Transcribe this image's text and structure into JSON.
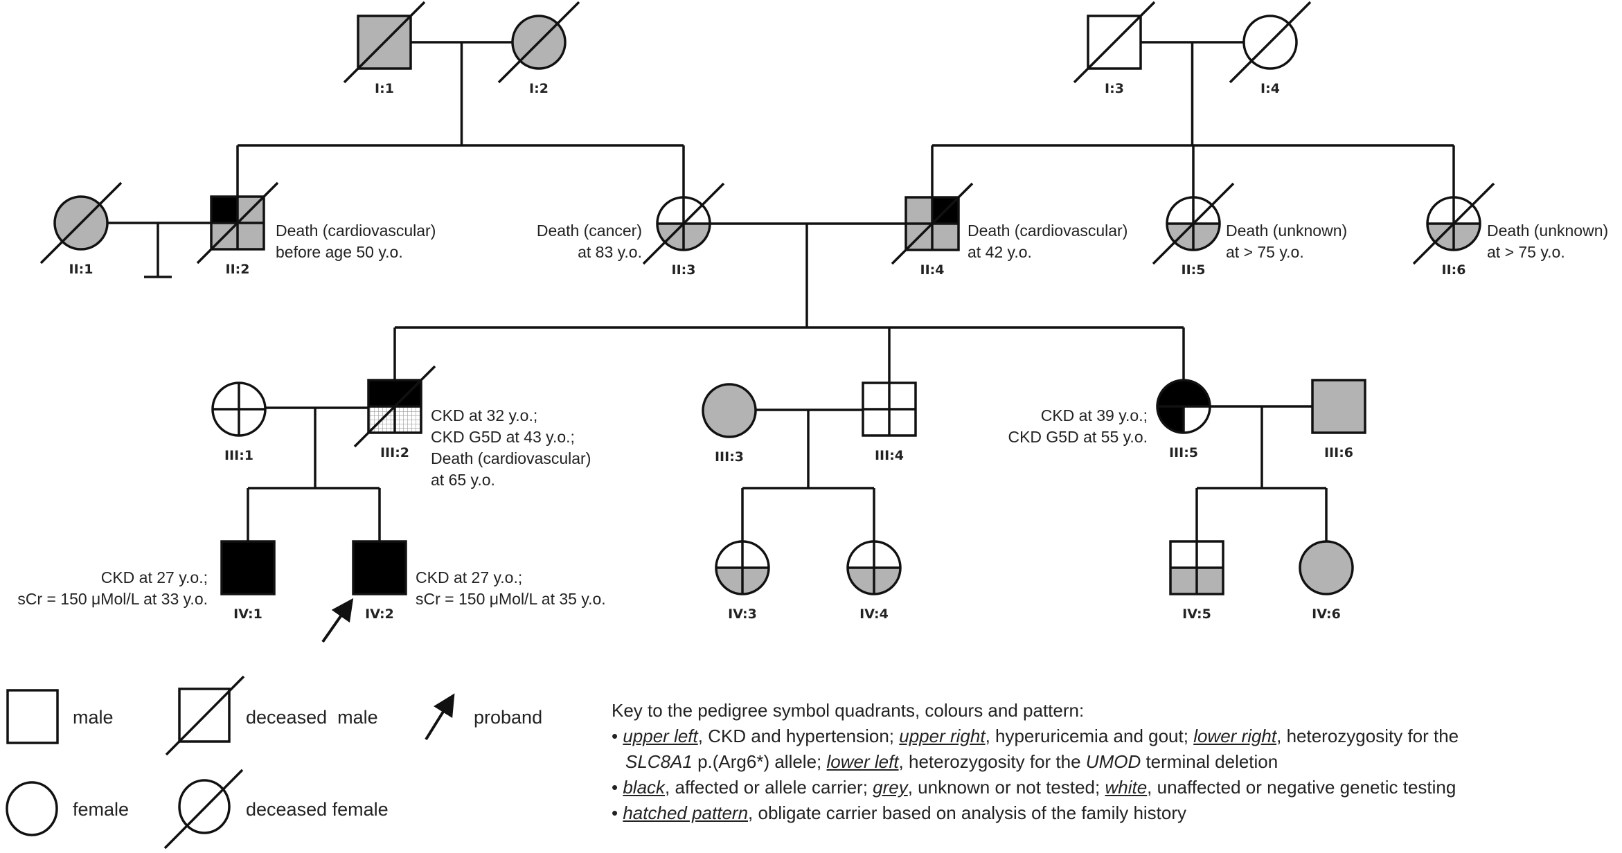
{
  "colors": {
    "black": "#000000",
    "grey": "#b3b3b3",
    "white": "#ffffff",
    "line": "#111111",
    "hatch": "#9a9a9a"
  },
  "individuals": [
    {
      "id": "I:1",
      "sex": "male",
      "deceased": true,
      "fill": {
        "ul": "grey",
        "ur": "grey",
        "ll": "grey",
        "lr": "grey"
      },
      "divided": false,
      "notes": []
    },
    {
      "id": "I:2",
      "sex": "female",
      "deceased": true,
      "fill": {
        "ul": "grey",
        "ur": "grey",
        "ll": "grey",
        "lr": "grey"
      },
      "divided": false,
      "notes": []
    },
    {
      "id": "I:3",
      "sex": "male",
      "deceased": true,
      "fill": {
        "ul": "white",
        "ur": "white",
        "ll": "white",
        "lr": "white"
      },
      "divided": false,
      "notes": []
    },
    {
      "id": "I:4",
      "sex": "female",
      "deceased": true,
      "fill": {
        "ul": "white",
        "ur": "white",
        "ll": "white",
        "lr": "white"
      },
      "divided": false,
      "notes": []
    },
    {
      "id": "II:1",
      "sex": "female",
      "deceased": true,
      "fill": {
        "ul": "grey",
        "ur": "grey",
        "ll": "grey",
        "lr": "grey"
      },
      "divided": false,
      "notes": []
    },
    {
      "id": "II:2",
      "sex": "male",
      "deceased": true,
      "fill": {
        "ul": "black",
        "ur": "grey",
        "ll": "grey",
        "lr": "grey"
      },
      "divided": true,
      "notes": [
        "Death (cardiovascular)",
        "before age 50 y.o."
      ]
    },
    {
      "id": "II:3",
      "sex": "female",
      "deceased": true,
      "fill": {
        "ul": "white",
        "ur": "white",
        "ll": "grey",
        "lr": "grey"
      },
      "divided": true,
      "notes": [
        "Death (cancer)",
        "at 83 y.o."
      ]
    },
    {
      "id": "II:4",
      "sex": "male",
      "deceased": true,
      "fill": {
        "ul": "grey",
        "ur": "black",
        "ll": "grey",
        "lr": "grey"
      },
      "divided": true,
      "notes": [
        "Death (cardiovascular)",
        "at 42 y.o."
      ]
    },
    {
      "id": "II:5",
      "sex": "female",
      "deceased": true,
      "fill": {
        "ul": "white",
        "ur": "white",
        "ll": "grey",
        "lr": "grey"
      },
      "divided": true,
      "notes": [
        "Death (unknown)",
        "at > 75 y.o."
      ]
    },
    {
      "id": "II:6",
      "sex": "female",
      "deceased": true,
      "fill": {
        "ul": "white",
        "ur": "white",
        "ll": "grey",
        "lr": "grey"
      },
      "divided": true,
      "notes": [
        "Death (unknown)",
        "at > 75 y.o."
      ]
    },
    {
      "id": "III:1",
      "sex": "female",
      "deceased": false,
      "fill": {
        "ul": "white",
        "ur": "white",
        "ll": "white",
        "lr": "white"
      },
      "divided": true,
      "notes": []
    },
    {
      "id": "III:2",
      "sex": "male",
      "deceased": true,
      "fill": {
        "ul": "black",
        "ur": "black",
        "ll": "hatched",
        "lr": "hatched"
      },
      "divided": true,
      "notes": [
        "CKD at 32 y.o.;",
        "CKD G5D at 43 y.o.;",
        "Death (cardiovascular)",
        "at 65 y.o."
      ]
    },
    {
      "id": "III:3",
      "sex": "female",
      "deceased": false,
      "fill": {
        "ul": "grey",
        "ur": "grey",
        "ll": "grey",
        "lr": "grey"
      },
      "divided": false,
      "notes": []
    },
    {
      "id": "III:4",
      "sex": "male",
      "deceased": false,
      "fill": {
        "ul": "white",
        "ur": "white",
        "ll": "white",
        "lr": "white"
      },
      "divided": true,
      "notes": []
    },
    {
      "id": "III:5",
      "sex": "female",
      "deceased": false,
      "fill": {
        "ul": "black",
        "ur": "black",
        "ll": "black",
        "lr": "white"
      },
      "divided": true,
      "notes": [
        "CKD at 39 y.o.;",
        "CKD G5D at 55 y.o."
      ]
    },
    {
      "id": "III:6",
      "sex": "male",
      "deceased": false,
      "fill": {
        "ul": "grey",
        "ur": "grey",
        "ll": "grey",
        "lr": "grey"
      },
      "divided": false,
      "notes": []
    },
    {
      "id": "IV:1",
      "sex": "male",
      "deceased": false,
      "fill": {
        "ul": "black",
        "ur": "black",
        "ll": "black",
        "lr": "black"
      },
      "divided": false,
      "notes": [
        "CKD at 27 y.o.;",
        "sCr = 150 μMol/L at 33 y.o."
      ]
    },
    {
      "id": "IV:2",
      "sex": "male",
      "deceased": false,
      "proband": true,
      "fill": {
        "ul": "black",
        "ur": "black",
        "ll": "black",
        "lr": "black"
      },
      "divided": false,
      "notes": [
        "CKD at 27 y.o.;",
        "sCr = 150 μMol/L at 35 y.o."
      ]
    },
    {
      "id": "IV:3",
      "sex": "female",
      "deceased": false,
      "fill": {
        "ul": "white",
        "ur": "white",
        "ll": "grey",
        "lr": "grey"
      },
      "divided": true,
      "notes": []
    },
    {
      "id": "IV:4",
      "sex": "female",
      "deceased": false,
      "fill": {
        "ul": "white",
        "ur": "white",
        "ll": "grey",
        "lr": "grey"
      },
      "divided": true,
      "notes": []
    },
    {
      "id": "IV:5",
      "sex": "male",
      "deceased": false,
      "fill": {
        "ul": "white",
        "ur": "white",
        "ll": "grey",
        "lr": "grey"
      },
      "divided": true,
      "notes": []
    },
    {
      "id": "IV:6",
      "sex": "female",
      "deceased": false,
      "fill": {
        "ul": "grey",
        "ur": "grey",
        "ll": "grey",
        "lr": "grey"
      },
      "divided": false,
      "notes": []
    }
  ],
  "couples": [
    {
      "partners": [
        "I:1",
        "I:2"
      ],
      "children": [
        "II:2",
        "II:3"
      ]
    },
    {
      "partners": [
        "I:3",
        "I:4"
      ],
      "children": [
        "II:4",
        "II:5",
        "II:6"
      ]
    },
    {
      "partners": [
        "II:1",
        "II:2"
      ],
      "children": [],
      "infertile": true
    },
    {
      "partners": [
        "II:3",
        "II:4"
      ],
      "children": [
        "III:2",
        "III:4",
        "III:5"
      ]
    },
    {
      "partners": [
        "III:1",
        "III:2"
      ],
      "children": [
        "IV:1",
        "IV:2"
      ]
    },
    {
      "partners": [
        "III:3",
        "III:4"
      ],
      "children": [
        "IV:3",
        "IV:4"
      ]
    },
    {
      "partners": [
        "III:5",
        "III:6"
      ],
      "children": [
        "IV:5",
        "IV:6"
      ]
    }
  ],
  "legend": {
    "male": "male",
    "deceased_male": "deceased  male",
    "proband": "proband",
    "female": "female",
    "deceased_female": "deceased female"
  },
  "key": {
    "title": "Key to the pedigree symbol quadrants, colours and pattern:",
    "bullet": "•",
    "b1_t1": "upper left",
    "b1_s1": ", CKD and hypertension; ",
    "b1_t2": "upper right",
    "b1_s2": ", hyperuricemia and gout; ",
    "b1_t3": "lower right",
    "b1_s3": ", heterozygosity for the",
    "b1_g1": "SLC8A1",
    "b1_s4": " p.(Arg6*) allele; ",
    "b1_t4": "lower left",
    "b1_s5": ", heterozygosity for the ",
    "b1_g2": "UMOD",
    "b1_s6": " terminal deletion",
    "b2_t1": "black",
    "b2_s1": ", affected or allele carrier; ",
    "b2_t2": "grey",
    "b2_s2": ", unknown or not tested; ",
    "b2_t3": "white",
    "b2_s3": ", unaffected or negative genetic testing",
    "b3_t1": "hatched pattern",
    "b3_s1": ", obligate carrier based on analysis of the family history"
  }
}
